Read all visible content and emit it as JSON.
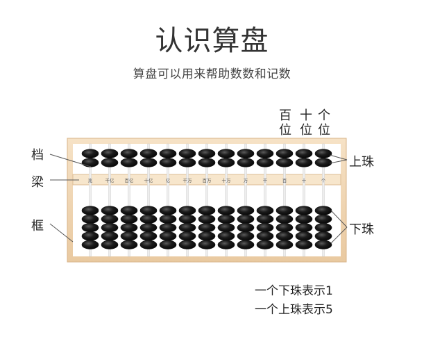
{
  "title": "认识算盘",
  "subtitle": "算盘可以用来帮助数数和记数",
  "column_labels": {
    "hundreds": "百位",
    "tens": "十位",
    "ones": "个位"
  },
  "part_labels": {
    "rod": "档",
    "beam": "梁",
    "frame": "框",
    "upper_bead": "上珠",
    "lower_bead": "下珠"
  },
  "beam_place_values": [
    "兆",
    "千亿",
    "百亿",
    "十亿",
    "亿",
    "千万",
    "百万",
    "十万",
    "万",
    "千",
    "百",
    "十",
    "个"
  ],
  "notes": {
    "lower_bead_value": "一个下珠表示1",
    "upper_bead_value": "一个上珠表示5"
  },
  "abacus": {
    "rod_count": 13,
    "upper_beads_per_rod": 2,
    "lower_beads_per_rod": 5
  },
  "colors": {
    "frame": "#f1d5b3",
    "frame_edge": "#d8b48a",
    "bead": "#151515",
    "rod": "#eeeeee",
    "text": "#333333"
  }
}
